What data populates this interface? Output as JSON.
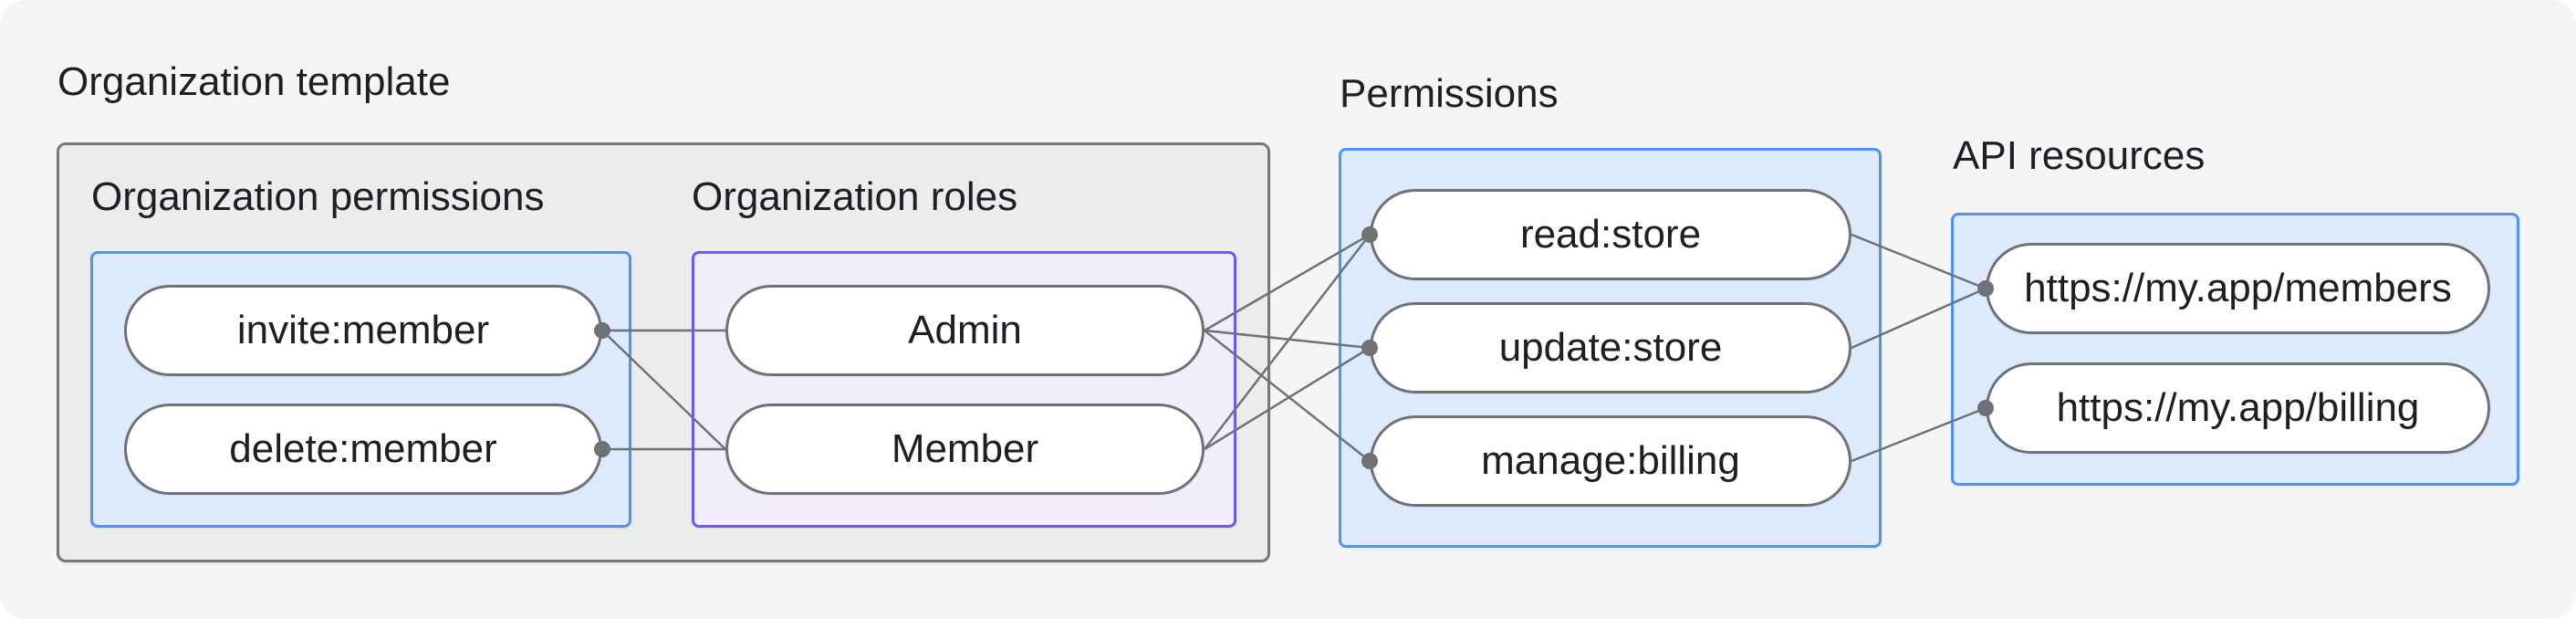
{
  "diagram": {
    "groups": {
      "org_template": {
        "label": "Organization template"
      },
      "org_permissions": {
        "label": "Organization permissions"
      },
      "org_roles": {
        "label": "Organization roles"
      },
      "permissions": {
        "label": "Permissions"
      },
      "api_resources": {
        "label": "API resources"
      }
    },
    "nodes": {
      "invite_member": {
        "label": "invite:member"
      },
      "delete_member": {
        "label": "delete:member"
      },
      "admin": {
        "label": "Admin"
      },
      "member": {
        "label": "Member"
      },
      "read_store": {
        "label": "read:store"
      },
      "update_store": {
        "label": "update:store"
      },
      "manage_billing": {
        "label": "manage:billing"
      },
      "api_members": {
        "label": "https://my.app/members"
      },
      "api_billing": {
        "label": "https://my.app/billing"
      }
    },
    "connections": [
      {
        "from": "invite_member",
        "to": "admin"
      },
      {
        "from": "invite_member",
        "to": "member"
      },
      {
        "from": "delete_member",
        "to": "member"
      },
      {
        "from": "admin",
        "to": "read_store"
      },
      {
        "from": "admin",
        "to": "update_store"
      },
      {
        "from": "admin",
        "to": "manage_billing"
      },
      {
        "from": "member",
        "to": "read_store"
      },
      {
        "from": "member",
        "to": "update_store"
      },
      {
        "from": "read_store",
        "to": "api_members"
      },
      {
        "from": "update_store",
        "to": "api_members"
      },
      {
        "from": "manage_billing",
        "to": "api_billing"
      }
    ],
    "dots": [
      {
        "node": "invite_member",
        "side": "right"
      },
      {
        "node": "delete_member",
        "side": "right"
      },
      {
        "node": "read_store",
        "side": "left"
      },
      {
        "node": "update_store",
        "side": "left"
      },
      {
        "node": "manage_billing",
        "side": "left"
      },
      {
        "node": "api_members",
        "side": "left"
      },
      {
        "node": "api_billing",
        "side": "left"
      }
    ],
    "style": {
      "canvas_bg": "#f4f6f6",
      "outer_box_bg": "#ebedec",
      "outer_box_border": "#75787b",
      "blue_box_bg": "#ddeafc",
      "blue_box_border": "#4f93f6",
      "purple_box_bg": "#f2edfb",
      "purple_box_border": "#7456f1",
      "pill_bg": "#ffffff",
      "pill_border": "#6e7276",
      "connector": "#6e7276",
      "text": "#1c1f24",
      "line_width": 2.5,
      "dot_radius": 9
    }
  }
}
